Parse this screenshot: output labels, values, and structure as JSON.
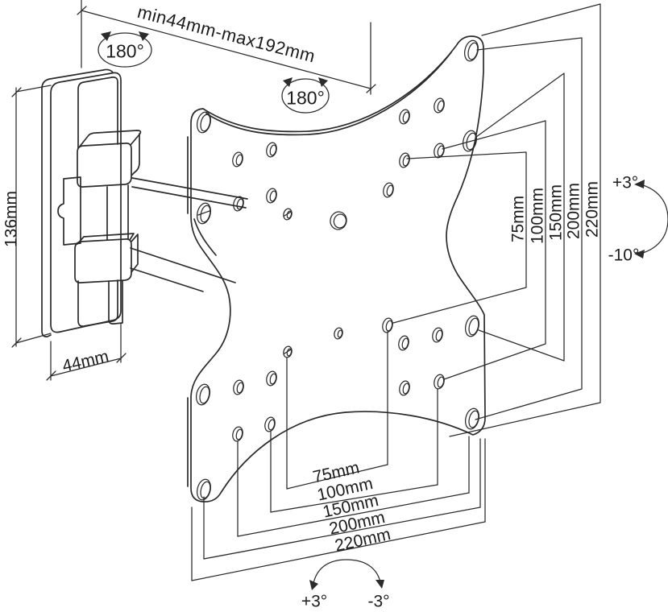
{
  "diagram": {
    "labels": {
      "extension_range": "min44mm-max192mm",
      "swivel_wall": "180°",
      "swivel_plate": "180°",
      "plate_height": "136mm",
      "plate_width": "44mm",
      "tilt_up": "+3°",
      "tilt_down": "-10°",
      "level_left": "+3°",
      "level_right": "-3°",
      "vesa_vertical": [
        "75mm",
        "100mm",
        "150mm",
        "200mm",
        "220mm"
      ],
      "vesa_horizontal": [
        "75mm",
        "100mm",
        "150mm",
        "200mm",
        "220mm"
      ]
    },
    "colors": {
      "line": "#2b2b2b",
      "text": "#1c1c1c",
      "background": "#ffffff"
    }
  }
}
